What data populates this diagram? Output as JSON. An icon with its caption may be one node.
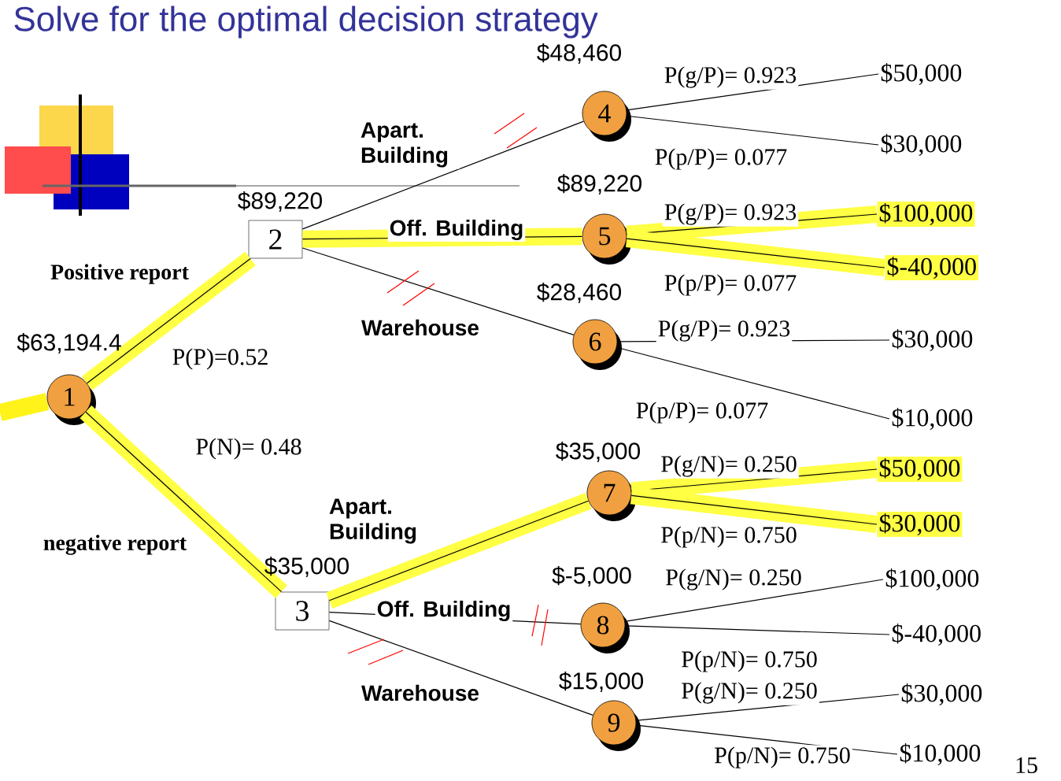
{
  "diagram": {
    "title": "Solve for the optimal decision strategy",
    "nodes": [
      {
        "text": [
          "1"
        ],
        "beside": [
          "$63,194.4"
        ]
      },
      {
        "text": [
          "2"
        ],
        "beside": [
          "$89,220"
        ]
      },
      {
        "text": [
          "3"
        ],
        "beside": [
          "$35,000"
        ]
      },
      {
        "text": [
          "4"
        ],
        "beside": [
          "$48,460"
        ]
      },
      {
        "text": [
          "5"
        ],
        "beside": [
          "$89,220"
        ]
      },
      {
        "text": [
          "6"
        ],
        "beside": [
          "$28,460"
        ]
      },
      {
        "text": [
          "7"
        ],
        "beside": [
          "$35,000"
        ]
      },
      {
        "text": [
          "8"
        ],
        "beside": [
          "$-5,000"
        ]
      },
      {
        "text": [
          "9"
        ],
        "beside": [
          "$15,000"
        ]
      },
      {
        "text": [
          "$50,000"
        ]
      },
      {
        "text": [
          "$30,000"
        ]
      },
      {
        "text": [
          "$100,000"
        ]
      },
      {
        "text": [
          "$-40,000"
        ]
      },
      {
        "text": [
          "$30,000"
        ]
      },
      {
        "text": [
          "$10,000"
        ]
      },
      {
        "text": [
          "$50,000"
        ]
      },
      {
        "text": [
          "$30,000"
        ]
      },
      {
        "text": [
          "$100,000"
        ]
      },
      {
        "text": [
          "$-40,000"
        ]
      },
      {
        "text": [
          "$30,000"
        ]
      },
      {
        "text": [
          "$10,000"
        ]
      }
    ],
    "edges": [
      {
        "from": 0,
        "to": 1,
        "arrow": "none",
        "label": "P(P)=0.52",
        "style": "thick",
        "color": "#ffff44"
      },
      {
        "from": 0,
        "to": 2,
        "arrow": "none",
        "label": "P(N)= 0.48",
        "style": "thick",
        "color": "#ffff44"
      },
      {
        "from": 1,
        "to": 3,
        "arrow": "none",
        "label": "Apart. Building"
      },
      {
        "from": 1,
        "to": 4,
        "arrow": "none",
        "label": "Off. Building",
        "style": "thick",
        "color": "#ffff44"
      },
      {
        "from": 1,
        "to": 5,
        "arrow": "none",
        "label": "Warehouse"
      },
      {
        "from": 2,
        "to": 6,
        "arrow": "none",
        "label": "Apart. Building",
        "style": "thick",
        "color": "#ffff44"
      },
      {
        "from": 2,
        "to": 7,
        "arrow": "none",
        "label": "Off. Building"
      },
      {
        "from": 2,
        "to": 8,
        "arrow": "none",
        "label": "Warehouse"
      },
      {
        "from": 3,
        "to": 9,
        "arrow": "none",
        "label": "P(g/P)= 0.923"
      },
      {
        "from": 3,
        "to": 10,
        "arrow": "none",
        "label": "P(p/P)= 0.077"
      },
      {
        "from": 4,
        "to": 11,
        "arrow": "none",
        "label": "P(g/P)= 0.923",
        "style": "thick",
        "color": "#ffff44"
      },
      {
        "from": 4,
        "to": 12,
        "arrow": "none",
        "label": "P(p/P)= 0.077",
        "style": "thick",
        "color": "#ffff44"
      },
      {
        "from": 5,
        "to": 13,
        "arrow": "none",
        "label": "P(g/P)= 0.923"
      },
      {
        "from": 5,
        "to": 14,
        "arrow": "none",
        "label": "P(p/P)= 0.077"
      },
      {
        "from": 6,
        "to": 15,
        "arrow": "none",
        "label": "P(g/N)= 0.250",
        "style": "thick",
        "color": "#ffff44"
      },
      {
        "from": 6,
        "to": 16,
        "arrow": "none",
        "label": "P(p/N)= 0.750",
        "style": "thick",
        "color": "#ffff44"
      },
      {
        "from": 7,
        "to": 17,
        "arrow": "none",
        "label": "P(g/N)= 0.250"
      },
      {
        "from": 7,
        "to": 18,
        "arrow": "none",
        "label": "P(p/N)= 0.750"
      },
      {
        "from": 8,
        "to": 19,
        "arrow": "none",
        "label": "P(g/N)= 0.250"
      },
      {
        "from": 8,
        "to": 20,
        "arrow": "none",
        "label": "P(p/N)= 0.750"
      }
    ],
    "labels": [
      "Positive report",
      "negative report",
      "15"
    ]
  }
}
